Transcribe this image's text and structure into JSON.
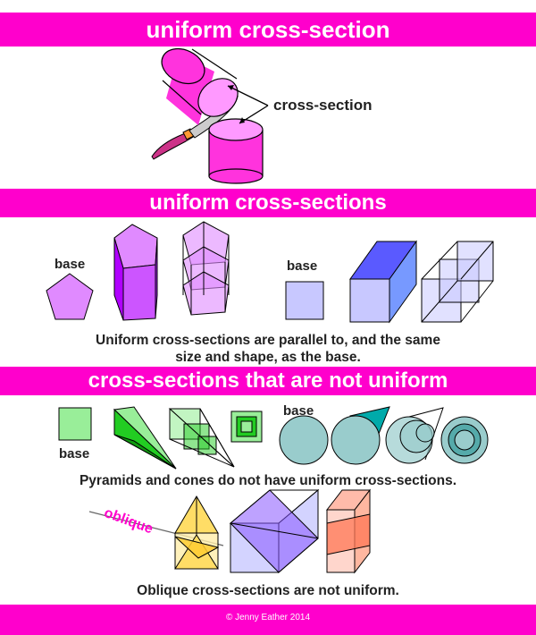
{
  "headings": {
    "uniform_cross_section": "uniform cross-section",
    "uniform_cross_sections": "uniform cross-sections",
    "not_uniform": "cross-sections that are not uniform"
  },
  "labels": {
    "cross_section": "cross-section",
    "base_pentagon": "base",
    "base_square": "base",
    "base_pyramid": "base",
    "base_cone": "base",
    "oblique": "oblique"
  },
  "captions": {
    "uniform_line1": "Uniform cross-sections are parallel to, and the same",
    "uniform_line2": "size and shape, as the base.",
    "pyramids_cones": "Pyramids and cones do not have uniform cross-sections.",
    "oblique": "Oblique cross-sections are not uniform."
  },
  "footer": {
    "copyright": "© Jenny Eather 2014"
  },
  "colors": {
    "banner": "#ff00cc",
    "magenta_solid": "#ff33dd",
    "pentagon": "#e08aff",
    "lavender": "#c8c8ff",
    "blue_face": "#5a5aff",
    "green": "#99ee99",
    "dark_green": "#22cc22",
    "teal": "#99cccc",
    "yellow": "#ffdd66",
    "salmon": "#ff9977"
  }
}
